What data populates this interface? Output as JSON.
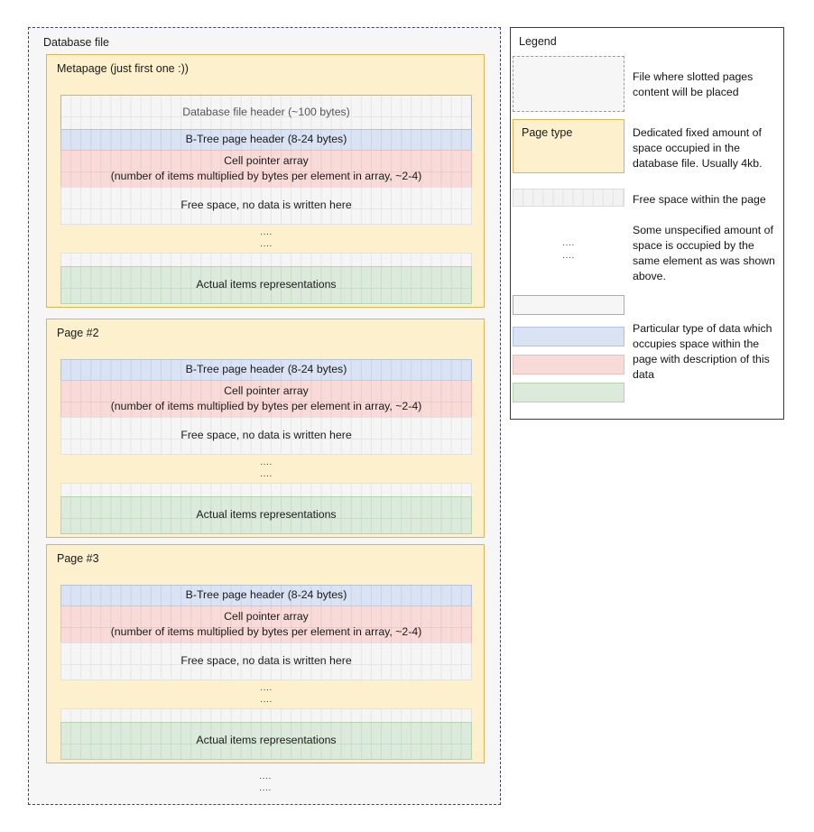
{
  "diagram": {
    "file_container": {
      "title": "Database file",
      "trailing_dots": "....\n...."
    },
    "pages": [
      {
        "id": "metapage",
        "title": "Metapage (just first one :))",
        "bands": [
          {
            "kind": "file-header",
            "text": "Database file header (~100 bytes)"
          },
          {
            "kind": "btree-header",
            "text": "B-Tree page header (8-24 bytes)"
          },
          {
            "kind": "cell-pointer-array",
            "line1": "Cell pointer array",
            "line2": "(number of items multiplied by bytes per element in array, ~2-4)"
          },
          {
            "kind": "free-space",
            "text": "Free space, no data is written here"
          },
          {
            "kind": "dots",
            "text": "....\n...."
          },
          {
            "kind": "free-space-thin",
            "text": ""
          },
          {
            "kind": "items",
            "text": "Actual items representations"
          }
        ]
      },
      {
        "id": "page-2",
        "title": "Page #2",
        "bands": [
          {
            "kind": "btree-header",
            "text": "B-Tree page header (8-24 bytes)"
          },
          {
            "kind": "cell-pointer-array",
            "line1": "Cell pointer array",
            "line2": "(number of items multiplied by bytes per element in array, ~2-4)"
          },
          {
            "kind": "free-space",
            "text": "Free space, no data is written here"
          },
          {
            "kind": "dots",
            "text": "....\n...."
          },
          {
            "kind": "free-space-thin",
            "text": ""
          },
          {
            "kind": "items",
            "text": "Actual items representations"
          }
        ]
      },
      {
        "id": "page-3",
        "title": "Page #3",
        "bands": [
          {
            "kind": "btree-header",
            "text": "B-Tree page header (8-24 bytes)"
          },
          {
            "kind": "cell-pointer-array",
            "line1": "Cell pointer array",
            "line2": "(number of items multiplied by bytes per element in array, ~2-4)"
          },
          {
            "kind": "free-space",
            "text": "Free space, no data is written here"
          },
          {
            "kind": "dots",
            "text": "....\n...."
          },
          {
            "kind": "free-space-thin",
            "text": ""
          },
          {
            "kind": "items",
            "text": "Actual items representations"
          }
        ]
      }
    ]
  },
  "legend": {
    "title": "Legend",
    "entries": [
      {
        "swatch": "dashed-file",
        "swatch_label": "",
        "description": "File where slotted pages content will be placed"
      },
      {
        "swatch": "yellow-page",
        "swatch_label": "Page type",
        "description": "Dedicated fixed amount of space occupied in the database file. Usually 4kb."
      },
      {
        "swatch": "free-space-grid",
        "swatch_label": "",
        "description": "Free space within the page"
      },
      {
        "swatch": "dots",
        "swatch_label": "....\n....",
        "description": "Some unspecified amount of space is occupied by the same element as was shown above."
      },
      {
        "swatch": "gray-band",
        "swatch_label": "",
        "description": ""
      },
      {
        "swatch": "blue-band",
        "swatch_label": "",
        "description": "Particular type of data which occupies space within the page with description of this data"
      },
      {
        "swatch": "pink-band",
        "swatch_label": "",
        "description": ""
      },
      {
        "swatch": "green-band",
        "swatch_label": "",
        "description": ""
      }
    ]
  },
  "colors": {
    "page_fill": "#fdf0cd",
    "page_border": "#d6b656",
    "file_fill": "#f6f6f6",
    "file_border": "#44446b",
    "blue_fill": "#dae3f3",
    "pink_fill": "#f8dbd8",
    "green_fill": "#dceadb",
    "grid_fill": "#f5f5f5"
  }
}
